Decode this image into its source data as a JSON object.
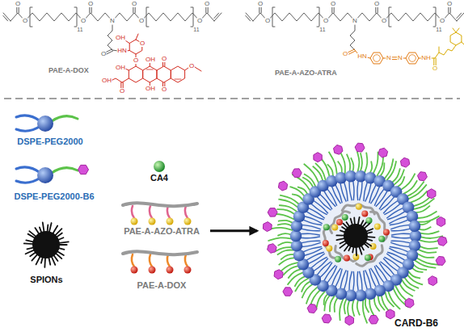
{
  "diagram": {
    "nodes": [
      {
        "text": [
          "PAE-A-DOX"
        ]
      },
      {
        "text": [
          "PAE-A-AZO-ATRA"
        ]
      },
      {
        "text": [
          "DSPE-PEG2000"
        ]
      },
      {
        "text": [
          "DSPE-PEG2000-B6"
        ]
      },
      {
        "text": [
          "SPIONs"
        ]
      },
      {
        "text": [
          "CA4"
        ]
      },
      {
        "text": [
          "PAE-A-AZO-ATRA"
        ]
      },
      {
        "text": [
          "PAE-A-DOX"
        ]
      },
      {
        "text": [
          "CARD-B6"
        ]
      }
    ],
    "edges": [
      {
        "from": 6,
        "to": 8,
        "arrow": "to"
      }
    ],
    "labels": [
      "O",
      "O",
      "11",
      "O",
      "O",
      "N",
      "O",
      "O",
      "11",
      "O",
      "O",
      "O",
      "HN",
      "O",
      "OH",
      "O",
      "OH",
      "O",
      "OH",
      "OH",
      "OH",
      "O",
      "O",
      "O",
      "O",
      "O",
      "11",
      "O",
      "O",
      "N",
      "O",
      "O",
      "11",
      "O",
      "O",
      "O",
      "HN",
      "N",
      "N",
      "NH",
      "O"
    ]
  }
}
